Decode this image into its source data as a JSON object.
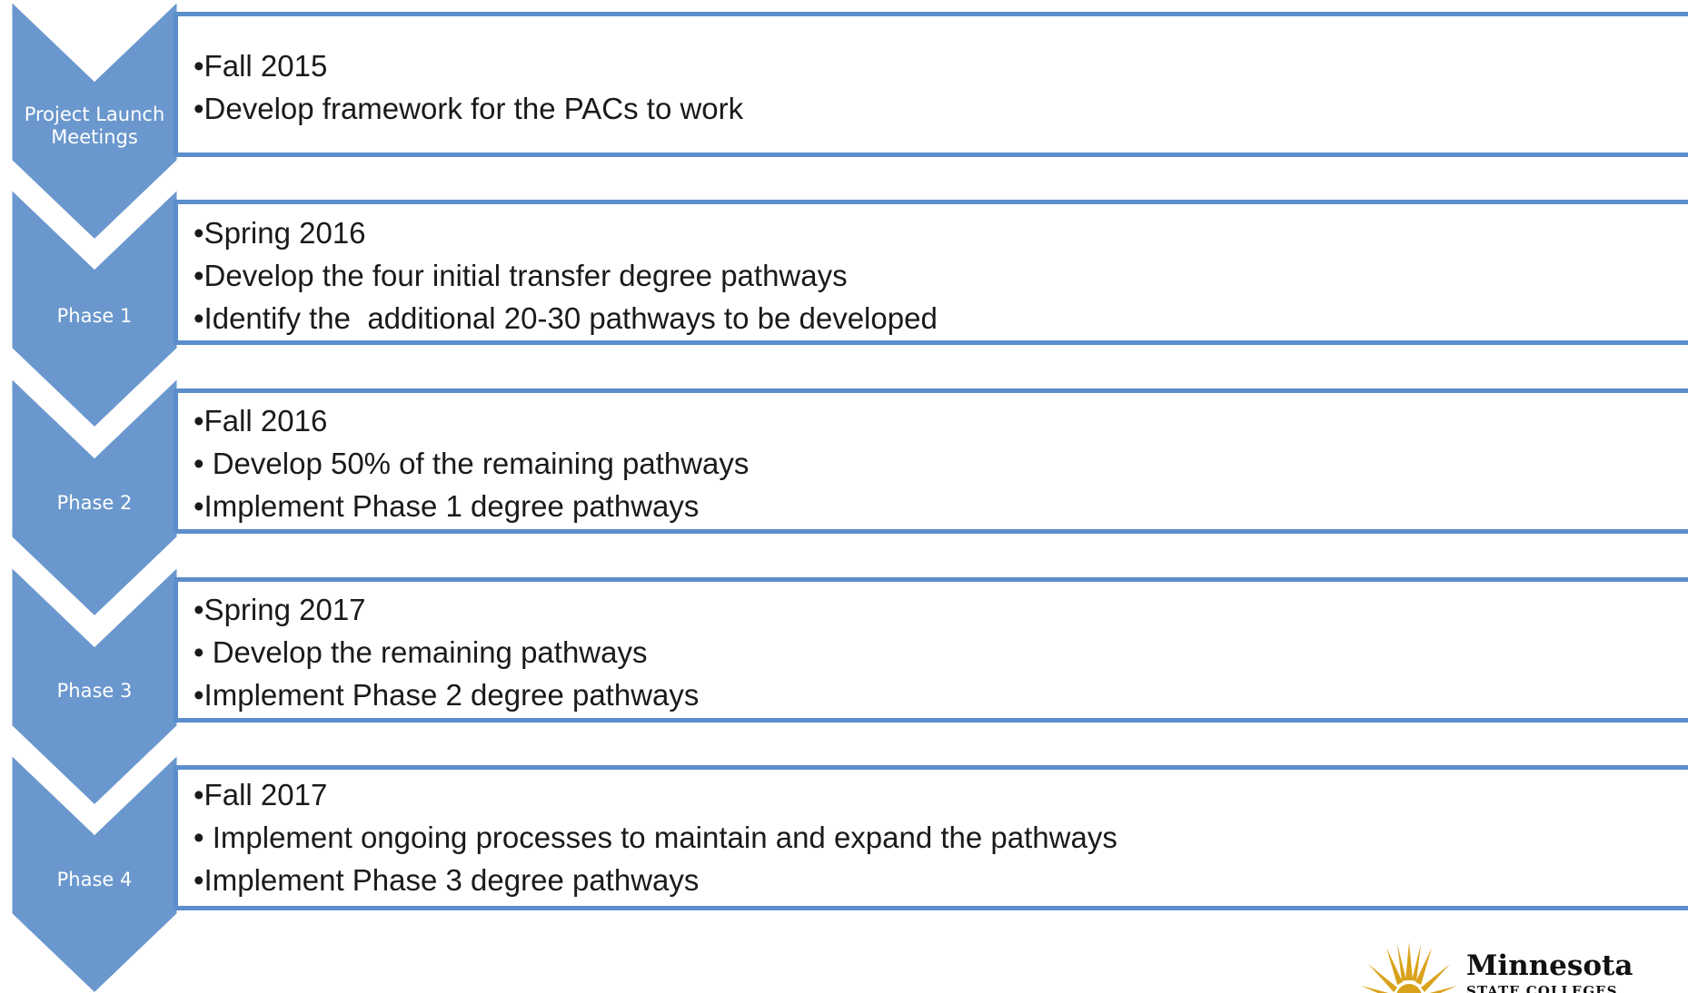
{
  "colors": {
    "chevron": "#6a97cd",
    "border": "#5b8ecb",
    "text": "#1a1a1a",
    "logo_gold": "#d9a21b"
  },
  "phases": [
    {
      "label": "Project Launch Meetings",
      "bullets": [
        "•Fall 2015",
        "•Develop framework for the PACs to work"
      ]
    },
    {
      "label": "Phase 1",
      "bullets": [
        "•Spring 2016",
        "•Develop the four initial transfer degree pathways",
        "•Identify the  additional 20-30 pathways to be developed"
      ]
    },
    {
      "label": "Phase 2",
      "bullets": [
        "•Fall 2016",
        "• Develop 50% of the remaining pathways",
        "•Implement Phase 1 degree pathways"
      ]
    },
    {
      "label": "Phase 3",
      "bullets": [
        "•Spring 2017",
        "• Develop the remaining pathways",
        "•Implement Phase 2 degree pathways"
      ]
    },
    {
      "label": "Phase 4",
      "bullets": [
        "•Fall 2017",
        "• Implement ongoing processes to maintain and expand the pathways",
        "•Implement Phase 3 degree pathways"
      ]
    }
  ],
  "logo": {
    "name": "Minnesota",
    "sub": "STATE COLLEGES"
  }
}
